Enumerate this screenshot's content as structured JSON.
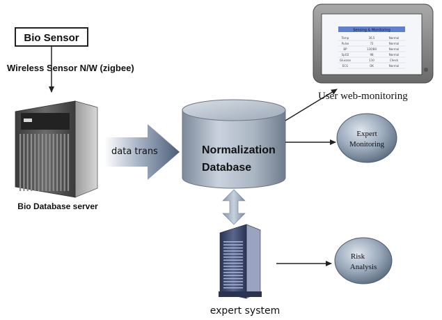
{
  "bio_sensor": {
    "label": "Bio Sensor"
  },
  "wireless": {
    "label": "Wireless Sensor N/W (zigbee)"
  },
  "bio_db_server": {
    "label": "Bio Database server"
  },
  "data_trans": {
    "label": "data trans"
  },
  "normalization_db": {
    "line1": "Normalization",
    "line2": "Database"
  },
  "web_monitoring": {
    "label": "User web-monitoring",
    "screen_title": "Sensing & Monitoring",
    "rows": [
      [
        "Temp",
        "36.5",
        "Normal"
      ],
      [
        "Pulse",
        "72",
        "Normal"
      ],
      [
        "BP",
        "120/80",
        "Normal"
      ],
      [
        "SpO2",
        "98",
        "Normal"
      ],
      [
        "Glucose",
        "110",
        "Check"
      ],
      [
        "ECG",
        "OK",
        "Normal"
      ]
    ]
  },
  "expert_monitoring": {
    "line1": "Expert",
    "line2": "Monitoring"
  },
  "risk_analysis": {
    "line1": "Risk",
    "line2": "Analysis"
  },
  "expert_system": {
    "label": "expert system"
  }
}
